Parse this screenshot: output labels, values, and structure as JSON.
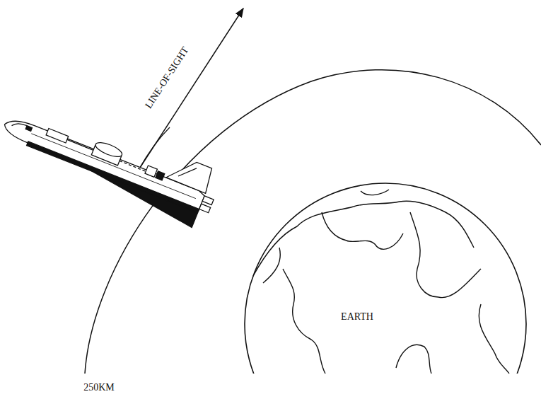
{
  "diagram": {
    "nodes": [
      {
        "text": [
          "EARTH"
        ]
      }
    ],
    "labels": [
      "LINE-OF-SIGHT",
      "250KM"
    ]
  }
}
